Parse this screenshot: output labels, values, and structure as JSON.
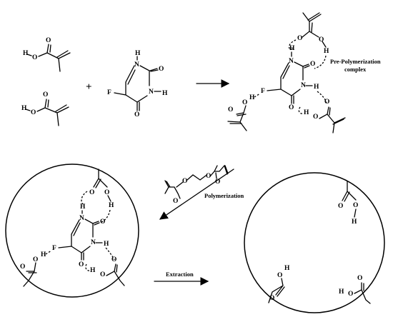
{
  "atoms": {
    "H": "H",
    "O": "O",
    "N": "N",
    "F": "F"
  },
  "labels": {
    "plus": "+",
    "prepolymerization_line1": "Pre-Polymerization",
    "prepolymerization_line2": "complex",
    "polymerization": "Polymerization",
    "extraction": "Extraction"
  }
}
